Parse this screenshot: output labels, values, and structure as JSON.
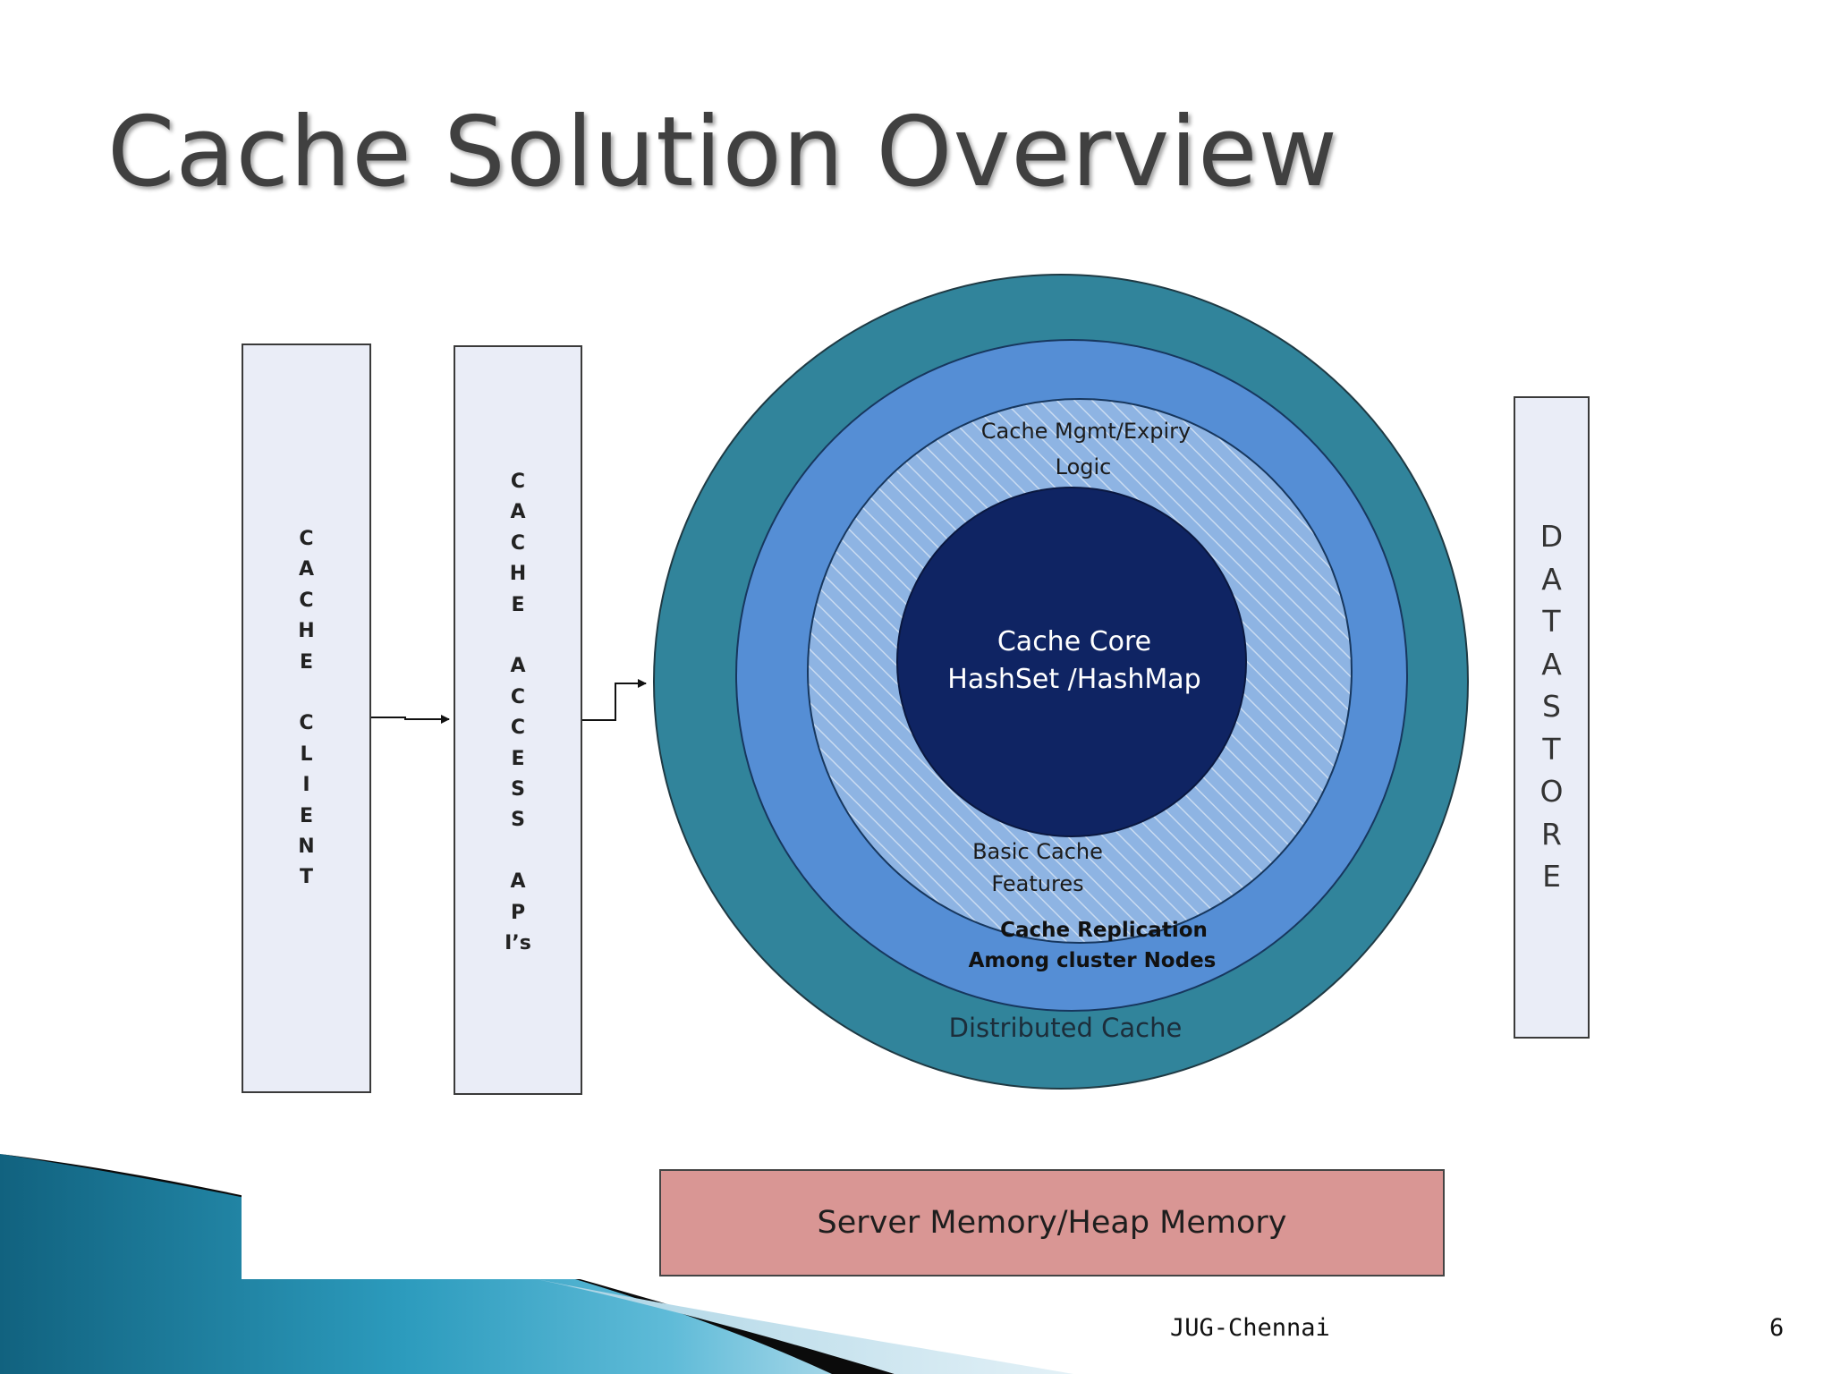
{
  "slide": {
    "title": "Cache Solution Overview",
    "footer_text": "JUG-Chennai",
    "page_number": "6"
  },
  "diagram": {
    "cache_client_label": [
      "C",
      "A",
      "C",
      "H",
      "E",
      "",
      "C",
      "L",
      "I",
      "E",
      "N",
      "T"
    ],
    "cache_access_label": [
      "C",
      "A",
      "C",
      "H",
      "E",
      "",
      "A",
      "C",
      "C",
      "E",
      "S",
      "S",
      "",
      "A",
      "P",
      "I’s"
    ],
    "datastore_label": [
      "D",
      "A",
      "T",
      "A",
      "S",
      "T",
      "O",
      "R",
      "E"
    ],
    "core_line1": "Cache Core",
    "core_line2": "HashSet /HashMap",
    "mgmt_line1": "Cache Mgmt/Expiry",
    "mgmt_line2": "Logic",
    "basic_line1": "Basic Cache",
    "basic_line2": "Features",
    "replication_line1": "Cache Replication",
    "replication_line2": "Among cluster Nodes",
    "distributed_label": "Distributed Cache",
    "memory_label": "Server Memory/Heap Memory"
  },
  "colors": {
    "distributed_ring": "#31849b",
    "replication_ring": "#558ed5",
    "features_ring": "#8eb4e3",
    "core": "#0f2463",
    "memory_box": "#d99694",
    "vertical_box": "#eaedf7"
  }
}
